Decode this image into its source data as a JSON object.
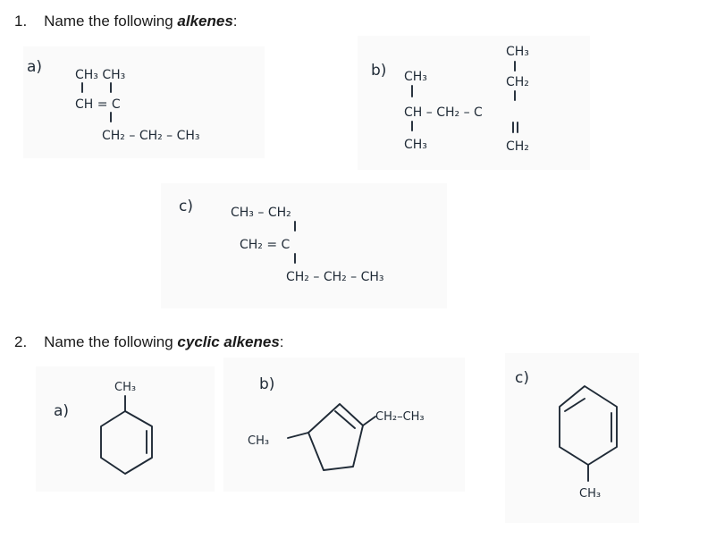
{
  "question1": {
    "number": "1.",
    "prefix": "Name the following ",
    "emphasis": "alkenes",
    "suffix": ":",
    "part_a": {
      "label": "a)",
      "row1": "CH₃  CH₃",
      "row2": "CH = C",
      "row3": "CH₂ – CH₂ – CH₃"
    },
    "part_b": {
      "label": "b)",
      "top1": "CH₃",
      "top2": "CH₂",
      "left_top": "CH₃",
      "main": "CH – CH₂ – C",
      "left_bottom": "CH₃",
      "right_bottom": "CH₂"
    },
    "part_c": {
      "label": "c)",
      "row1": "CH₃ – CH₂",
      "row2": "CH₂ = C",
      "row3": "CH₂ – CH₂ – CH₃"
    }
  },
  "question2": {
    "number": "2.",
    "prefix": "Name the following ",
    "emphasis": "cyclic alkenes",
    "suffix": ":",
    "part_a": {
      "label": "a)",
      "substituent": "CH₃"
    },
    "part_b": {
      "label": "b)",
      "left_sub": "CH₃",
      "right_sub": "CH₂–CH₃"
    },
    "part_c": {
      "label": "c)",
      "substituent": "CH₃"
    }
  }
}
